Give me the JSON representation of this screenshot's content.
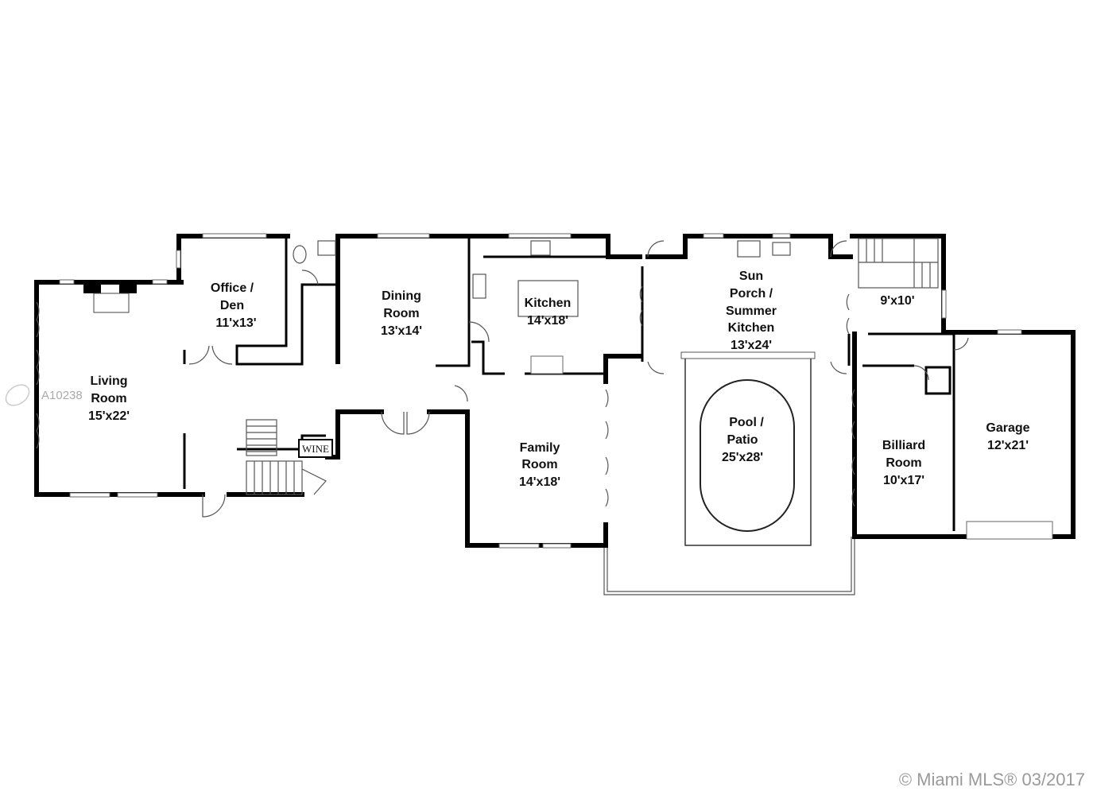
{
  "rooms": {
    "living": {
      "l1": "Living",
      "l2": "Room",
      "dim": "15'x22'"
    },
    "office": {
      "l1": "Office /",
      "l2": "Den",
      "dim": "11'x13'"
    },
    "dining": {
      "l1": "Dining",
      "l2": "Room",
      "dim": "13'x14'"
    },
    "kitchen": {
      "l1": "Kitchen",
      "dim": "14'x18'"
    },
    "sun_porch": {
      "l1": "Sun",
      "l2": "Porch /",
      "l3": "Summer",
      "l4": "Kitchen",
      "dim": "13'x24'"
    },
    "stair_room": {
      "dim": "9'x10'"
    },
    "family": {
      "l1": "Family",
      "l2": "Room",
      "dim": "14'x18'"
    },
    "pool": {
      "l1": "Pool /",
      "l2": "Patio",
      "dim": "25'x28'"
    },
    "billiard": {
      "l1": "Billiard",
      "l2": "Room",
      "dim": "10'x17'"
    },
    "garage": {
      "l1": "Garage",
      "dim": "12'x21'"
    },
    "wine": "WINE"
  },
  "watermark": "A10238",
  "copyright": "© Miami MLS® 03/2017"
}
